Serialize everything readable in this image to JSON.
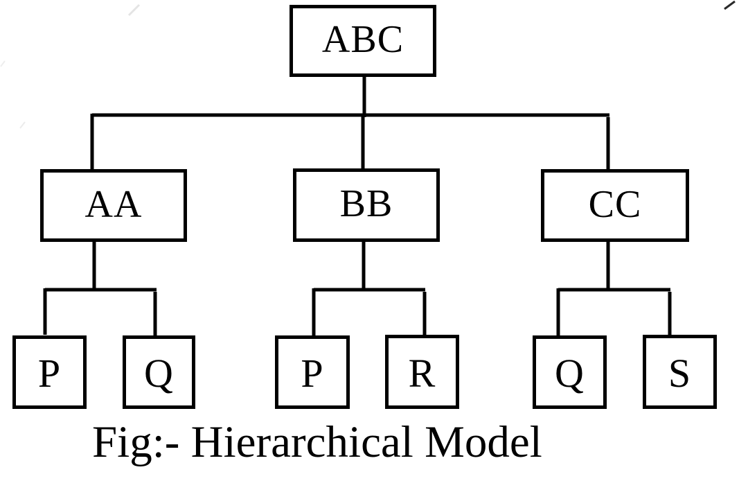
{
  "figure": {
    "caption": "Fig:- Hierarchical Model",
    "kind": "hierarchy-tree-diagram"
  },
  "tree": {
    "root": {
      "label": "ABC"
    },
    "children": [
      {
        "label": "AA",
        "children": [
          {
            "label": "P"
          },
          {
            "label": "Q"
          }
        ]
      },
      {
        "label": "BB",
        "children": [
          {
            "label": "P"
          },
          {
            "label": "R"
          }
        ]
      },
      {
        "label": "CC",
        "children": [
          {
            "label": "Q"
          },
          {
            "label": "S"
          }
        ]
      }
    ]
  },
  "colors": {
    "ink": "#000000",
    "background": "#ffffff"
  }
}
